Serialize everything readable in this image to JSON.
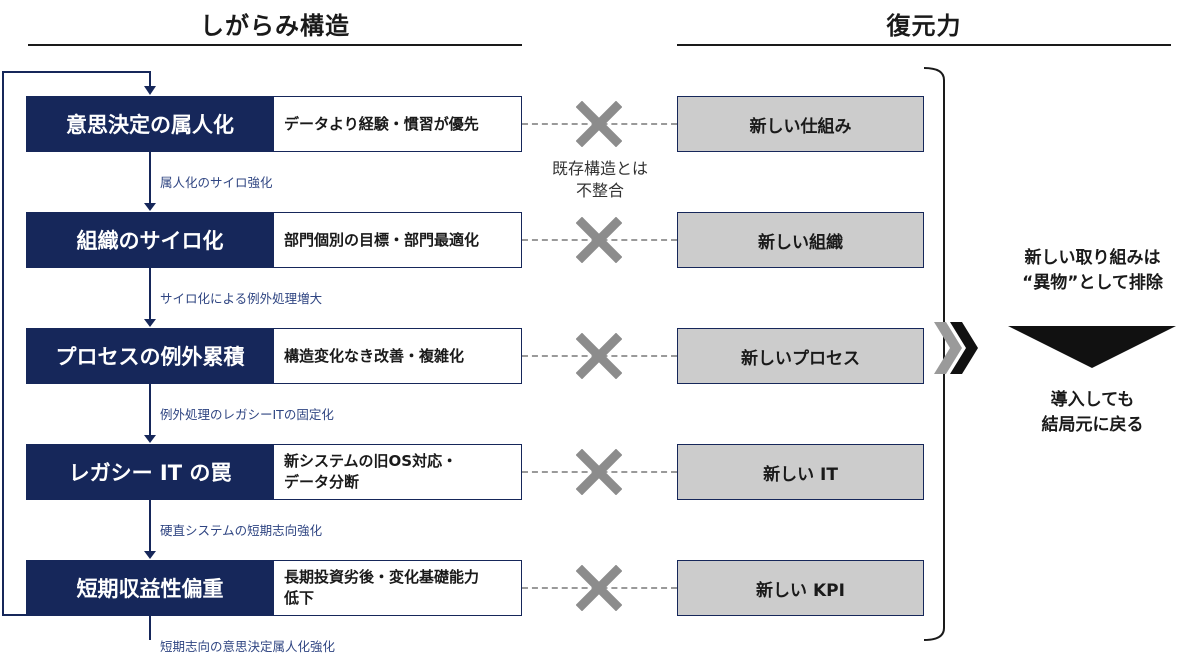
{
  "headers": {
    "left": "しがらみ構造",
    "right": "復元力"
  },
  "rows": [
    {
      "label": "意思決定の属人化",
      "desc": "データより経験・慣習が優先",
      "new": "新しい仕組み"
    },
    {
      "label": "組織のサイロ化",
      "desc": "部門個別の目標・部門最適化",
      "new": "新しい組織"
    },
    {
      "label": "プロセスの例外累積",
      "desc": "構造変化なき改善・複雑化",
      "new": "新しいプロセス"
    },
    {
      "label": "レガシー IT の罠",
      "desc": "新システムの旧OS対応・\nデータ分断",
      "new": "新しい IT"
    },
    {
      "label": "短期収益性偏重",
      "desc": "長期投資劣後・変化基礎能力\n低下",
      "new": "新しい KPI"
    }
  ],
  "connectors": [
    "属人化のサイロ強化",
    "サイロ化による例外処理増大",
    "例外処理のレガシーITの固定化",
    "硬直システムの短期志向強化",
    "短期志向の意思決定属人化強化"
  ],
  "mismatch_note": "既存構造とは\n不整合",
  "right_panel": {
    "top": "新しい取り組みは\n“異物”として排除",
    "bottom": "導入しても\n結局元に戻る"
  },
  "colors": {
    "navy": "#16275a",
    "connector_text": "#2f4582",
    "new_box_fill": "#cccccc",
    "cross": "#8c8c8c"
  },
  "icons": {
    "cross": "x-mark-icon",
    "chevron": "double-chevron-right-icon",
    "triangle": "down-triangle-icon"
  }
}
